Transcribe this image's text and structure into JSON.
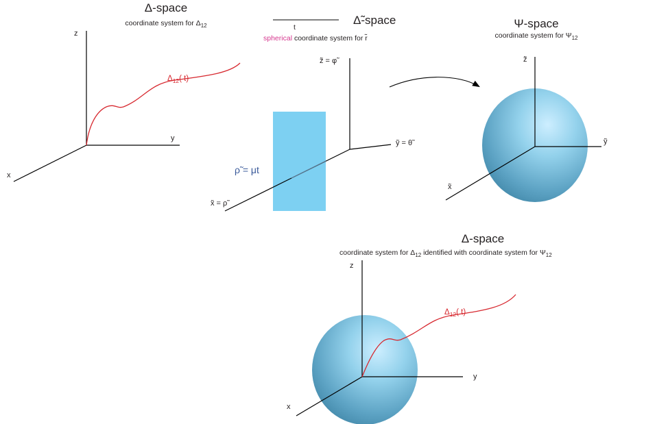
{
  "colors": {
    "axis": "#000000",
    "curve": "#d7282f",
    "spherical_text": "#d6388f",
    "rho_text": "#3a5a9a",
    "rect_fill": "#7dd0f2",
    "sphere_light": "#cdeeff",
    "sphere_mid": "#7fc3e0",
    "sphere_dark": "#3f85a6"
  },
  "panel_delta": {
    "title": "Δ-space",
    "subtitle_prefix": "coordinate system for Δ",
    "subtitle_sub": "12",
    "axis_z": "z",
    "axis_y": "y",
    "axis_x": "x",
    "curve_label": "Δ",
    "curve_label_sub": "12",
    "curve_label_suffix": "( t)"
  },
  "panel_delta_tilde": {
    "title": "Δ̃-space",
    "t_label": "t",
    "subtitle_highlight": "spherical",
    "subtitle_rest": "coordinate system for r̃",
    "axis_z": "z̃ = φ̃",
    "axis_y": "ỹ = θ̃",
    "axis_x": "x̃ = ρ̃",
    "rho_label": "ρ̃ = μt"
  },
  "panel_psi": {
    "title": "Ψ-space",
    "subtitle_prefix": "coordinate system for Ψ",
    "subtitle_sub": "12",
    "axis_z": "z̃",
    "axis_y": "ỹ",
    "axis_x": "x̃"
  },
  "panel_combined": {
    "title": "Δ-space",
    "subtitle_prefix": "coordinate system for Δ",
    "subtitle_sub1": "12",
    "subtitle_mid": " identified with coordinate system for Ψ",
    "subtitle_sub2": "12",
    "axis_z": "z",
    "axis_y": "y",
    "axis_x": "x",
    "curve_label": "Δ",
    "curve_label_sub": "12",
    "curve_label_suffix": "( t)"
  }
}
